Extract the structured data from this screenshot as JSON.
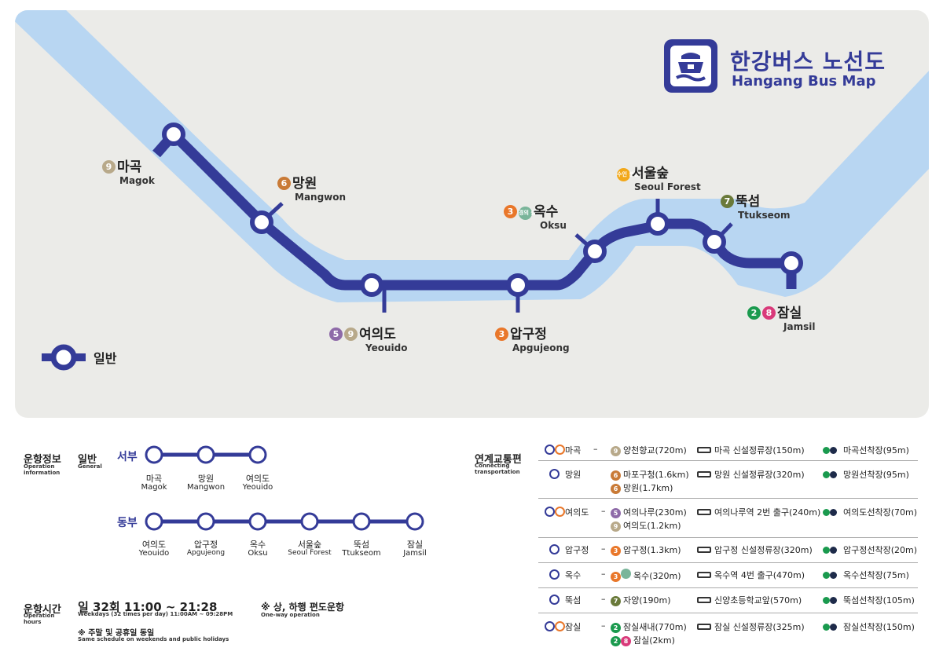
{
  "map": {
    "title_ko": "한강버스 노선도",
    "title_en": "Hangang Bus Map",
    "logo_icon": "ship-icon",
    "legend_label": "일반",
    "colors": {
      "route": "#343b98",
      "river": "#b8d6f2",
      "background": "#ebebe8"
    },
    "stations": [
      {
        "id": "magok",
        "ko": "마곡",
        "en": "Magok",
        "lines": [
          "9"
        ]
      },
      {
        "id": "mangwon",
        "ko": "망원",
        "en": "Mangwon",
        "lines": [
          "6"
        ]
      },
      {
        "id": "yeouido",
        "ko": "여의도",
        "en": "Yeouido",
        "lines": [
          "5",
          "9"
        ]
      },
      {
        "id": "apgujeong",
        "ko": "압구정",
        "en": "Apgujeong",
        "lines": [
          "3"
        ]
      },
      {
        "id": "oksu",
        "ko": "옥수",
        "en": "Oksu",
        "lines": [
          "3",
          "경의중앙"
        ]
      },
      {
        "id": "seoulforest",
        "ko": "서울숲",
        "en": "Seoul Forest",
        "lines": [
          "수인분당"
        ]
      },
      {
        "id": "ttukseom",
        "ko": "뚝섬",
        "en": "Ttukseom",
        "lines": [
          "7"
        ]
      },
      {
        "id": "jamsil",
        "ko": "잠실",
        "en": "Jamsil",
        "lines": [
          "2",
          "8"
        ]
      }
    ],
    "line_badges": {
      "gyeongui": "경의\n중앙",
      "suin": "수인\n분당"
    }
  },
  "operation": {
    "title_ko": "운항정보",
    "title_en": "Operation information",
    "type_ko": "일반",
    "type_en": "General",
    "west": {
      "label": "서부",
      "stops": [
        {
          "ko": "마곡",
          "en": "Magok"
        },
        {
          "ko": "망원",
          "en": "Mangwon"
        },
        {
          "ko": "여의도",
          "en": "Yeouido"
        }
      ]
    },
    "east": {
      "label": "동부",
      "stops": [
        {
          "ko": "여의도",
          "en": "Yeouido"
        },
        {
          "ko": "압구정",
          "en": "Apgujeong"
        },
        {
          "ko": "옥수",
          "en": "Oksu"
        },
        {
          "ko": "서울숲",
          "en": "Seoul Forest"
        },
        {
          "ko": "뚝섬",
          "en": "Ttukseom"
        },
        {
          "ko": "잠실",
          "en": "Jamsil"
        }
      ]
    }
  },
  "hours": {
    "title_ko": "운항시간",
    "title_en": "Operation hours",
    "schedule": "일 32회  11:00 ~ 21:28",
    "schedule_en": "Weekdays (32 times per day) 11:00AM ~ 09:28PM",
    "weekend_note": "※ 주말 및 공휴일 동일",
    "weekend_note_en": "Same schedule on weekends and public holidays",
    "oneway": "※ 상, 하행 편도운항",
    "oneway_en": "One-way operation"
  },
  "connecting": {
    "title_ko": "연계교통편",
    "title_en": "Connecting transportation",
    "rows": [
      {
        "station": "마곡",
        "dash": "–",
        "general": true,
        "subway": [
          {
            "line": "9",
            "text": "양천향교(720m)"
          }
        ],
        "bus": "마곡 신설정류장(150m)",
        "ferry": "마곡선착장(95m)"
      },
      {
        "station": "망원",
        "dash": "",
        "general": false,
        "subway": [
          {
            "line": "6",
            "text": "마포구청(1.6km)"
          },
          {
            "line": "6",
            "text": "망원(1.7km)"
          }
        ],
        "bus": "망원 신설정류장(320m)",
        "ferry": "망원선착장(95m)"
      },
      {
        "station": "여의도",
        "dash": "–",
        "general": true,
        "subway": [
          {
            "line": "5",
            "text": "여의나루(230m)"
          },
          {
            "line": "9",
            "text": "여의도(1.2km)"
          }
        ],
        "bus": "여의나루역 2번 출구(240m)",
        "ferry": "여의도선착장(70m)"
      },
      {
        "station": "압구정",
        "dash": "–",
        "general": false,
        "subway": [
          {
            "line": "3",
            "text": "압구정(1.3km)"
          }
        ],
        "bus": "압구정 신설정류장(320m)",
        "ferry": "압구정선착장(20m)"
      },
      {
        "station": "옥수",
        "dash": "–",
        "general": false,
        "subway": [
          {
            "line": "3+",
            "text": "옥수(320m)"
          }
        ],
        "bus": "옥수역 4번 출구(470m)",
        "ferry": "옥수선착장(75m)"
      },
      {
        "station": "뚝섬",
        "dash": "–",
        "general": false,
        "subway": [
          {
            "line": "7",
            "text": "자양(190m)"
          }
        ],
        "bus": "신양초등학교앞(570m)",
        "ferry": "뚝섬선착장(105m)"
      },
      {
        "station": "잠실",
        "dash": "–",
        "general": true,
        "subway": [
          {
            "line": "2",
            "text": "잠실새내(770m)"
          },
          {
            "line": "28",
            "text": "잠실(2km)"
          }
        ],
        "bus": "잠실 신설정류장(325m)",
        "ferry": "잠실선착장(150m)"
      }
    ]
  }
}
